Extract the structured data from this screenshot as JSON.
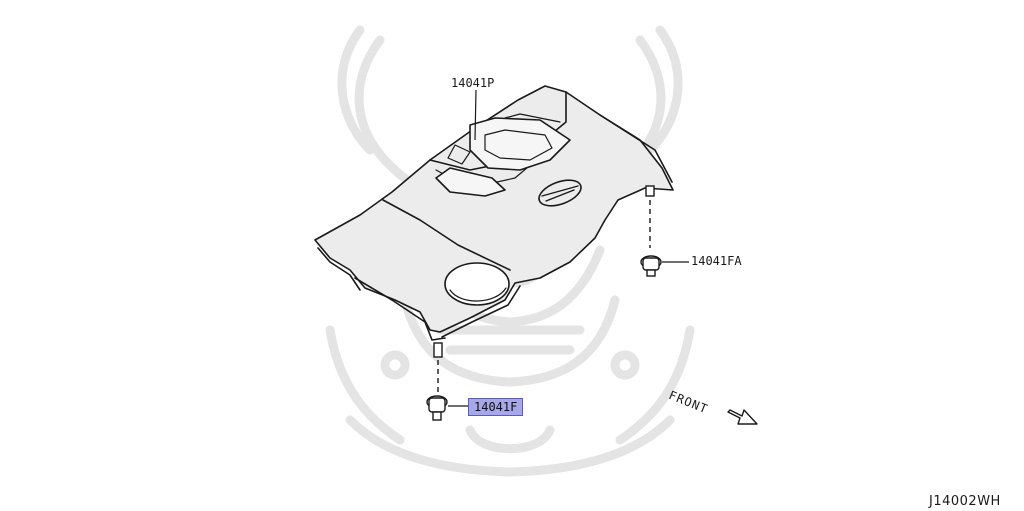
{
  "callouts": {
    "engine_cover": "14041P",
    "grommet_right": "14041FA",
    "grommet_left": "14041F"
  },
  "orientation": {
    "front_label": "FRONT"
  },
  "diagram_code": "J14002WH",
  "colors": {
    "line": "#1a1a1a",
    "cover_fill": "#ececec",
    "highlight_fill": "#a8a8e8",
    "highlight_border": "#5a5ab8",
    "watermark": "#e4e4e4"
  },
  "icons": {
    "watermark": "samurai-helmet-watermark",
    "direction": "front-arrow-icon"
  }
}
